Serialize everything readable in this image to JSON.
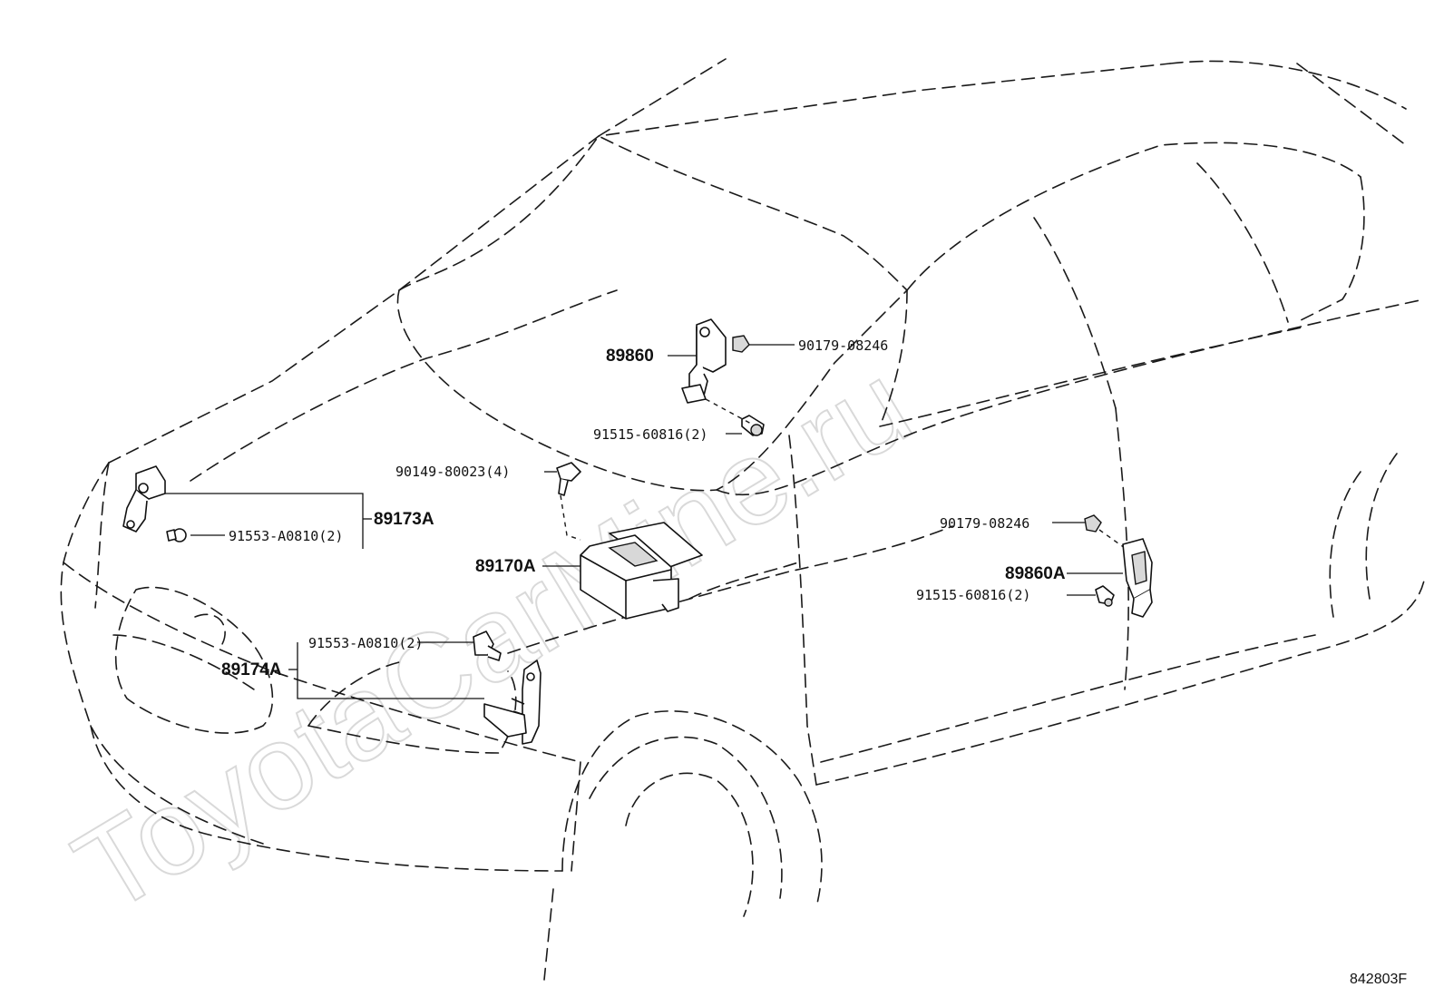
{
  "watermark": "ToyotaCarMine.ru",
  "diagram_code": "842803F",
  "parts": {
    "p89860": "89860",
    "p90179_top": "90179-08246",
    "p91515_top": "91515-60816(2)",
    "p90149": "90149-80023(4)",
    "p89173A": "89173A",
    "p91553_top": "91553-A0810(2)",
    "p89170A": "89170A",
    "p90179_right": "90179-08246",
    "p89860A": "89860A",
    "p91515_right": "91515-60816(2)",
    "p91553_bottom": "91553-A0810(2)",
    "p89174A": "89174A"
  }
}
